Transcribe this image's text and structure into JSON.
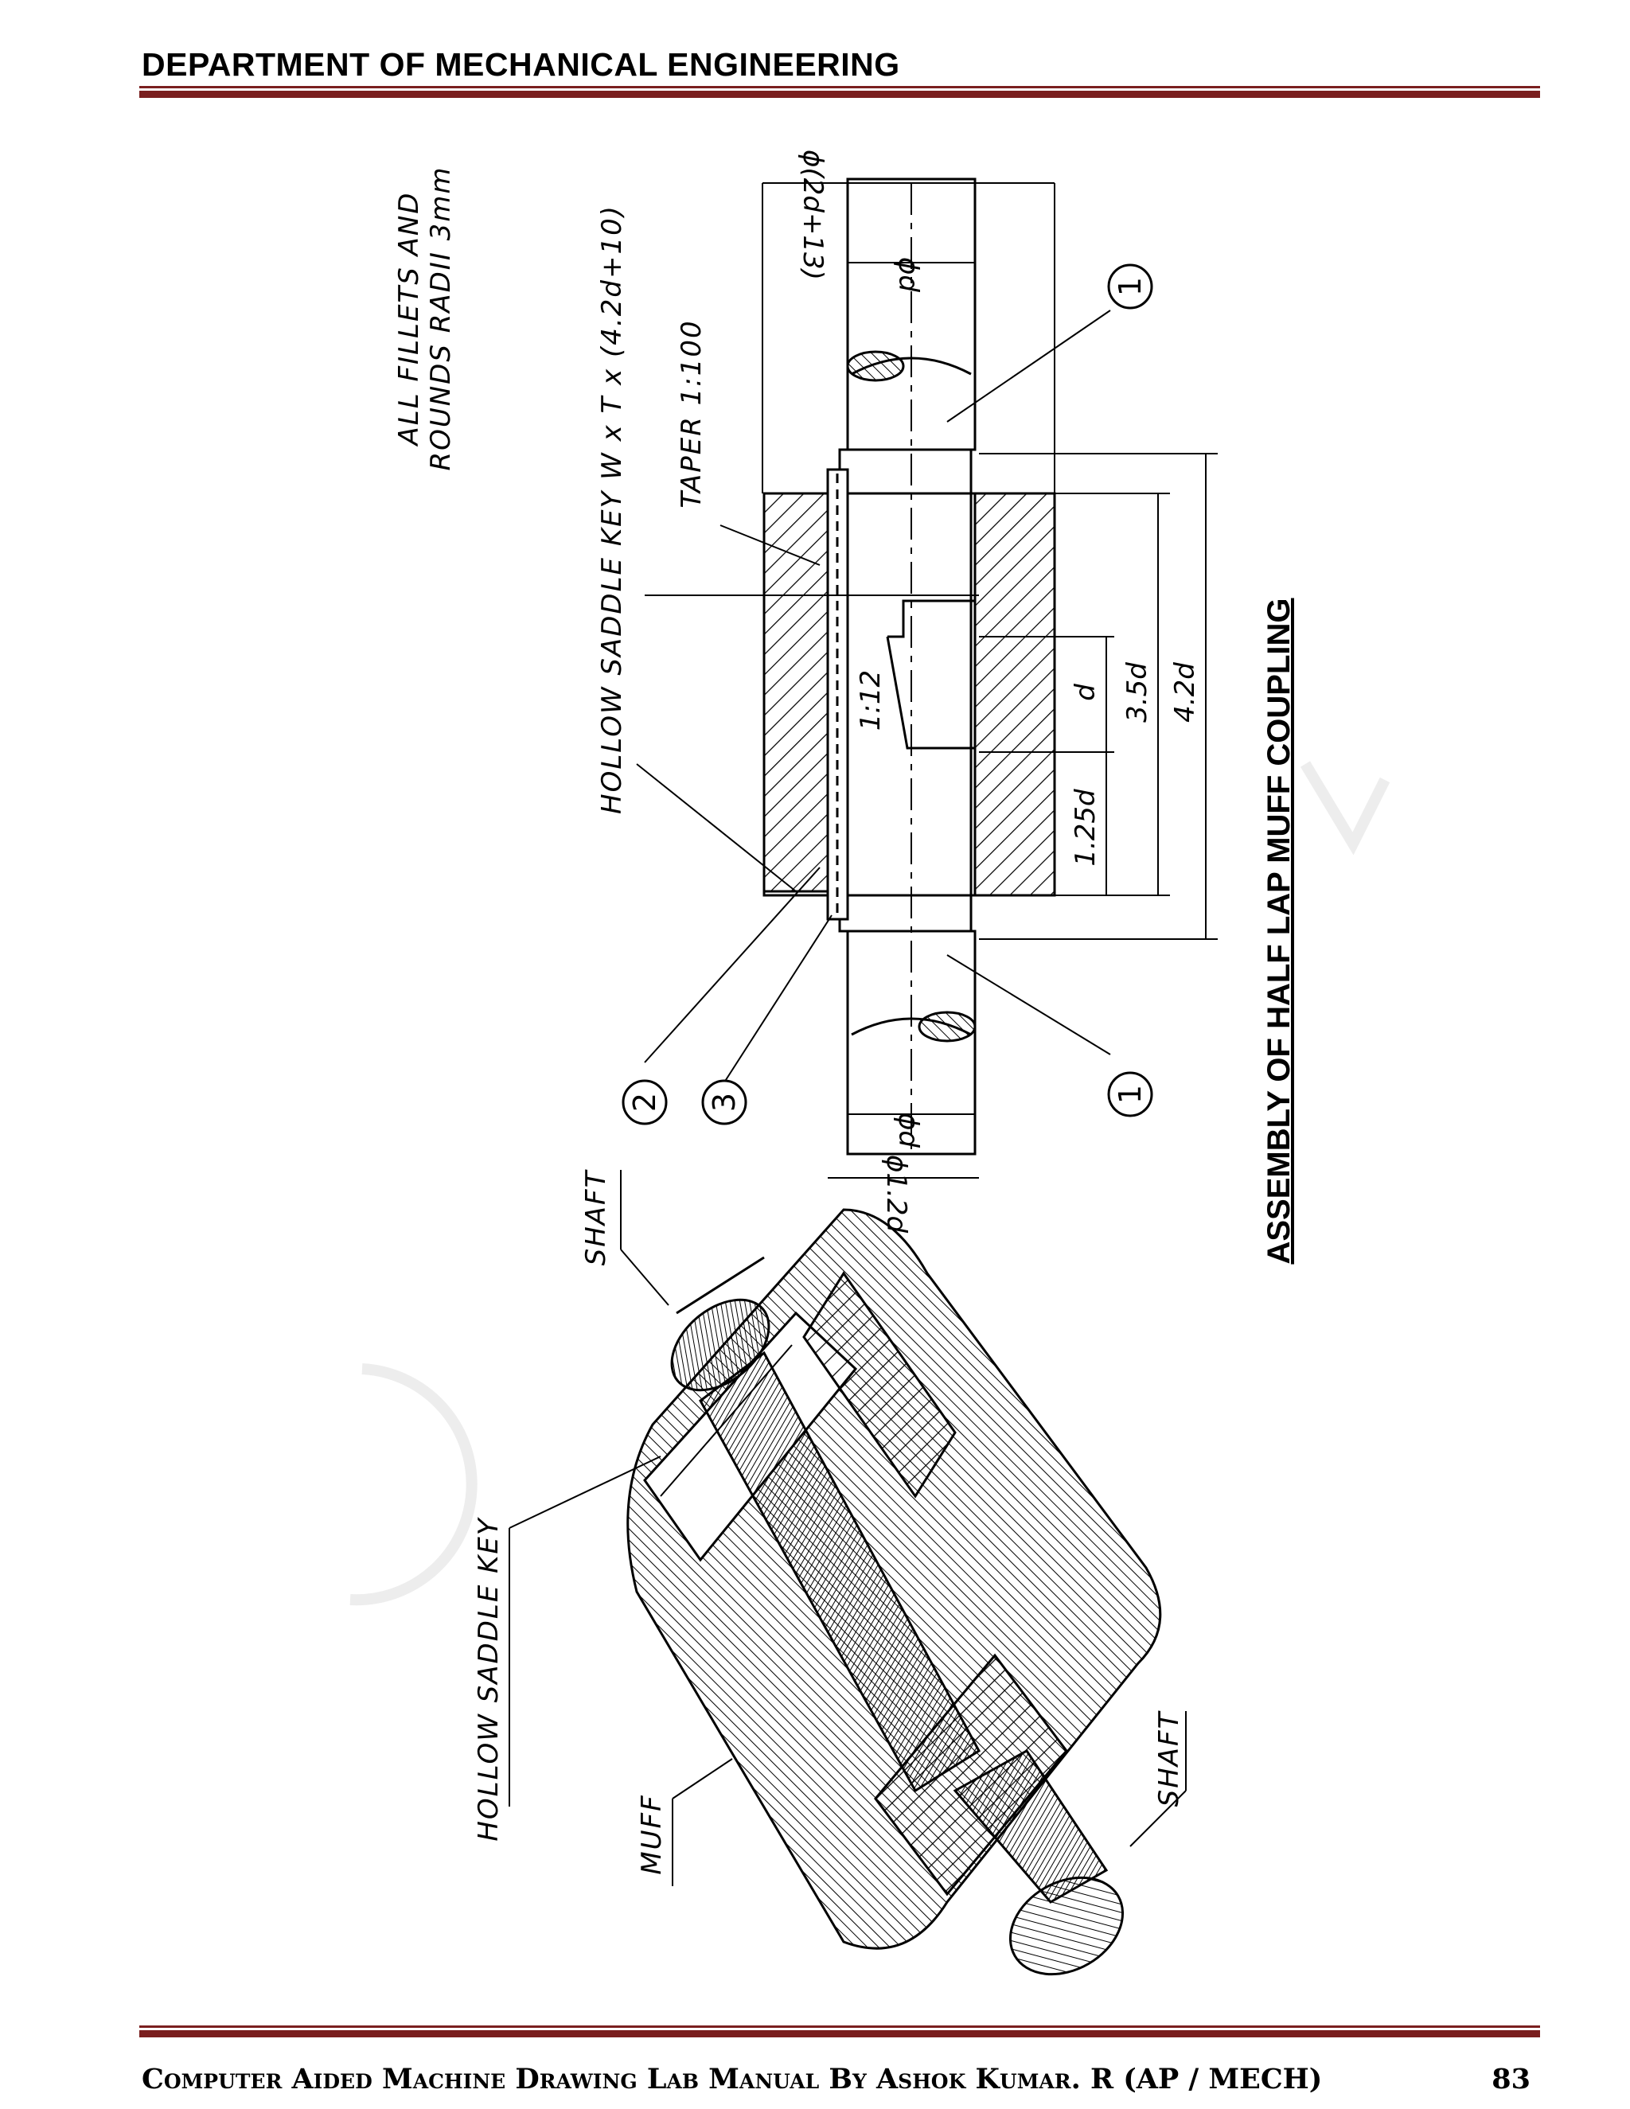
{
  "header": {
    "title": "DEPARTMENT OF MECHANICAL ENGINEERING"
  },
  "footer": {
    "text": "Computer Aided Machine Drawing Lab Manual By Ashok Kumar. R (AP / MECH)",
    "page_number": "83"
  },
  "drawing": {
    "title": "ASSEMBLY OF HALF LAP MUFF COUPLING",
    "notes": {
      "fillets_line1": "ALL FILLETS AND",
      "fillets_line2": "ROUNDS RADII 3mm"
    },
    "labels": {
      "key_spec": "HOLLOW SADDLE KEY  W x T x (4.2d+10)",
      "taper": "TAPER 1:100",
      "lap_slope": "1:12",
      "shaft_top": "SHAFT",
      "shaft_bottom": "SHAFT",
      "hollow_saddle_key": "HOLLOW SADDLE KEY",
      "muff": "MUFF"
    },
    "dimensions": {
      "outer_dia": "ϕ(2d+13)",
      "shaft_dia_right": "ϕd",
      "shaft_dia_left": "ϕd",
      "shoulder_dia": "ϕ1.2d",
      "lap_len": "d",
      "half_len": "1.25d",
      "muff_len": "3.5d",
      "key_len": "4.2d"
    },
    "balloons": [
      "1",
      "1",
      "2",
      "3"
    ]
  }
}
